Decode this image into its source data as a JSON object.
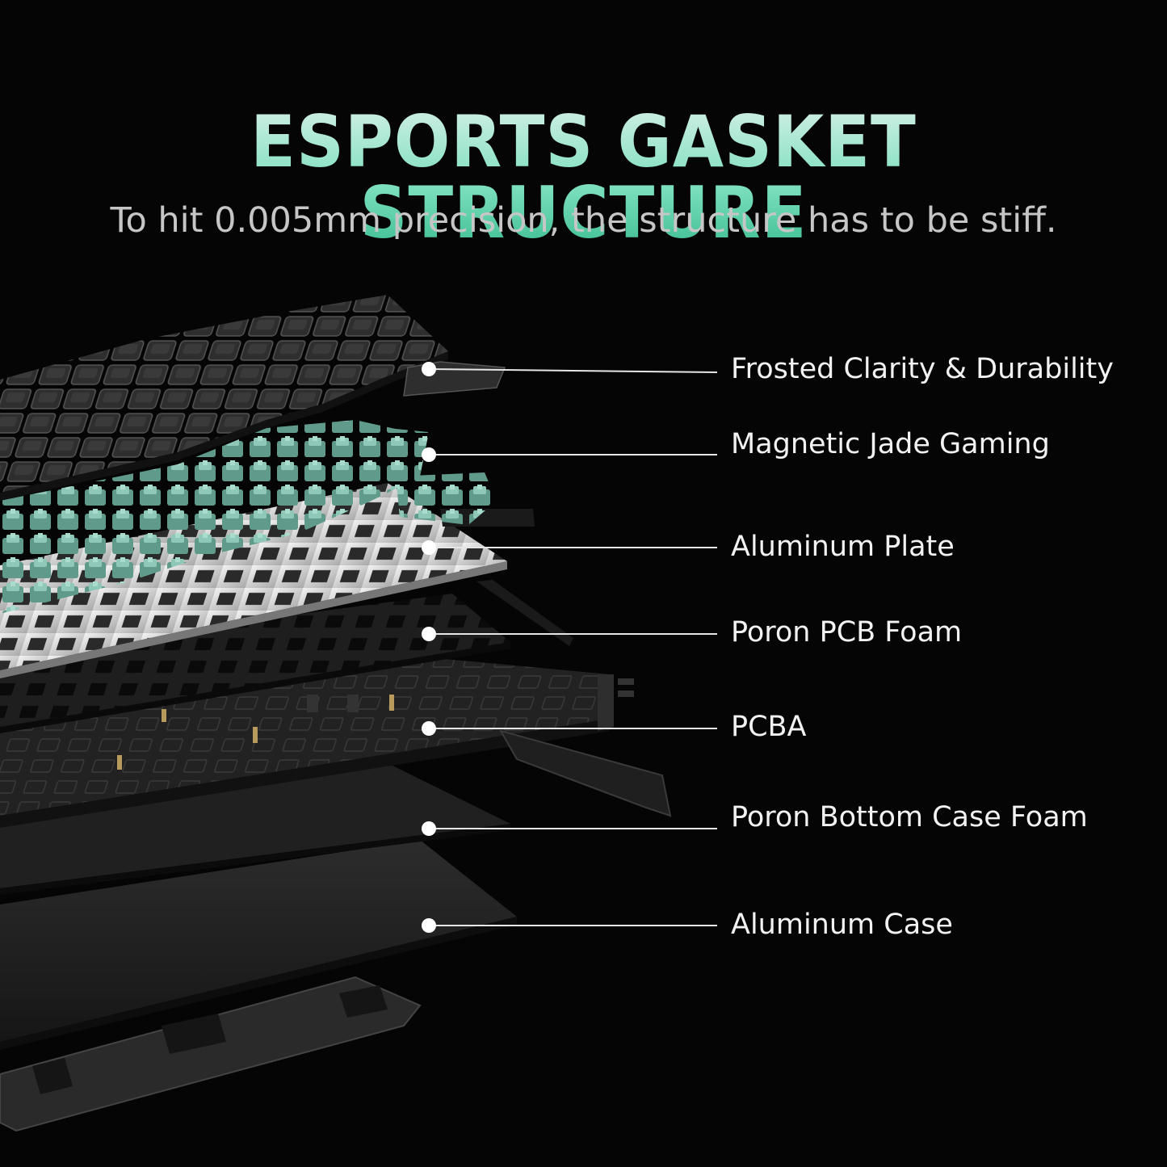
{
  "header": {
    "title": "ESPORTS GASKET STRUCTURE",
    "subtitle": "To hit 0.005mm precision, the structure has to be stiff."
  },
  "layers": [
    {
      "label": "Frosted Clarity & Durability"
    },
    {
      "label": "Magnetic Jade Gaming"
    },
    {
      "label": "Aluminum Plate"
    },
    {
      "label": "Poron PCB Foam"
    },
    {
      "label": "PCBA"
    },
    {
      "label": "Poron Bottom Case Foam"
    },
    {
      "label": "Aluminum Case"
    }
  ],
  "colors": {
    "background": "#050505",
    "title_gradient_top": "#cfeee4",
    "title_gradient_bottom": "#3fbf94",
    "switch_jade": "#6fa89a",
    "plate_silver": "#d9d9d9",
    "callout_line": "#e6e6e6"
  }
}
